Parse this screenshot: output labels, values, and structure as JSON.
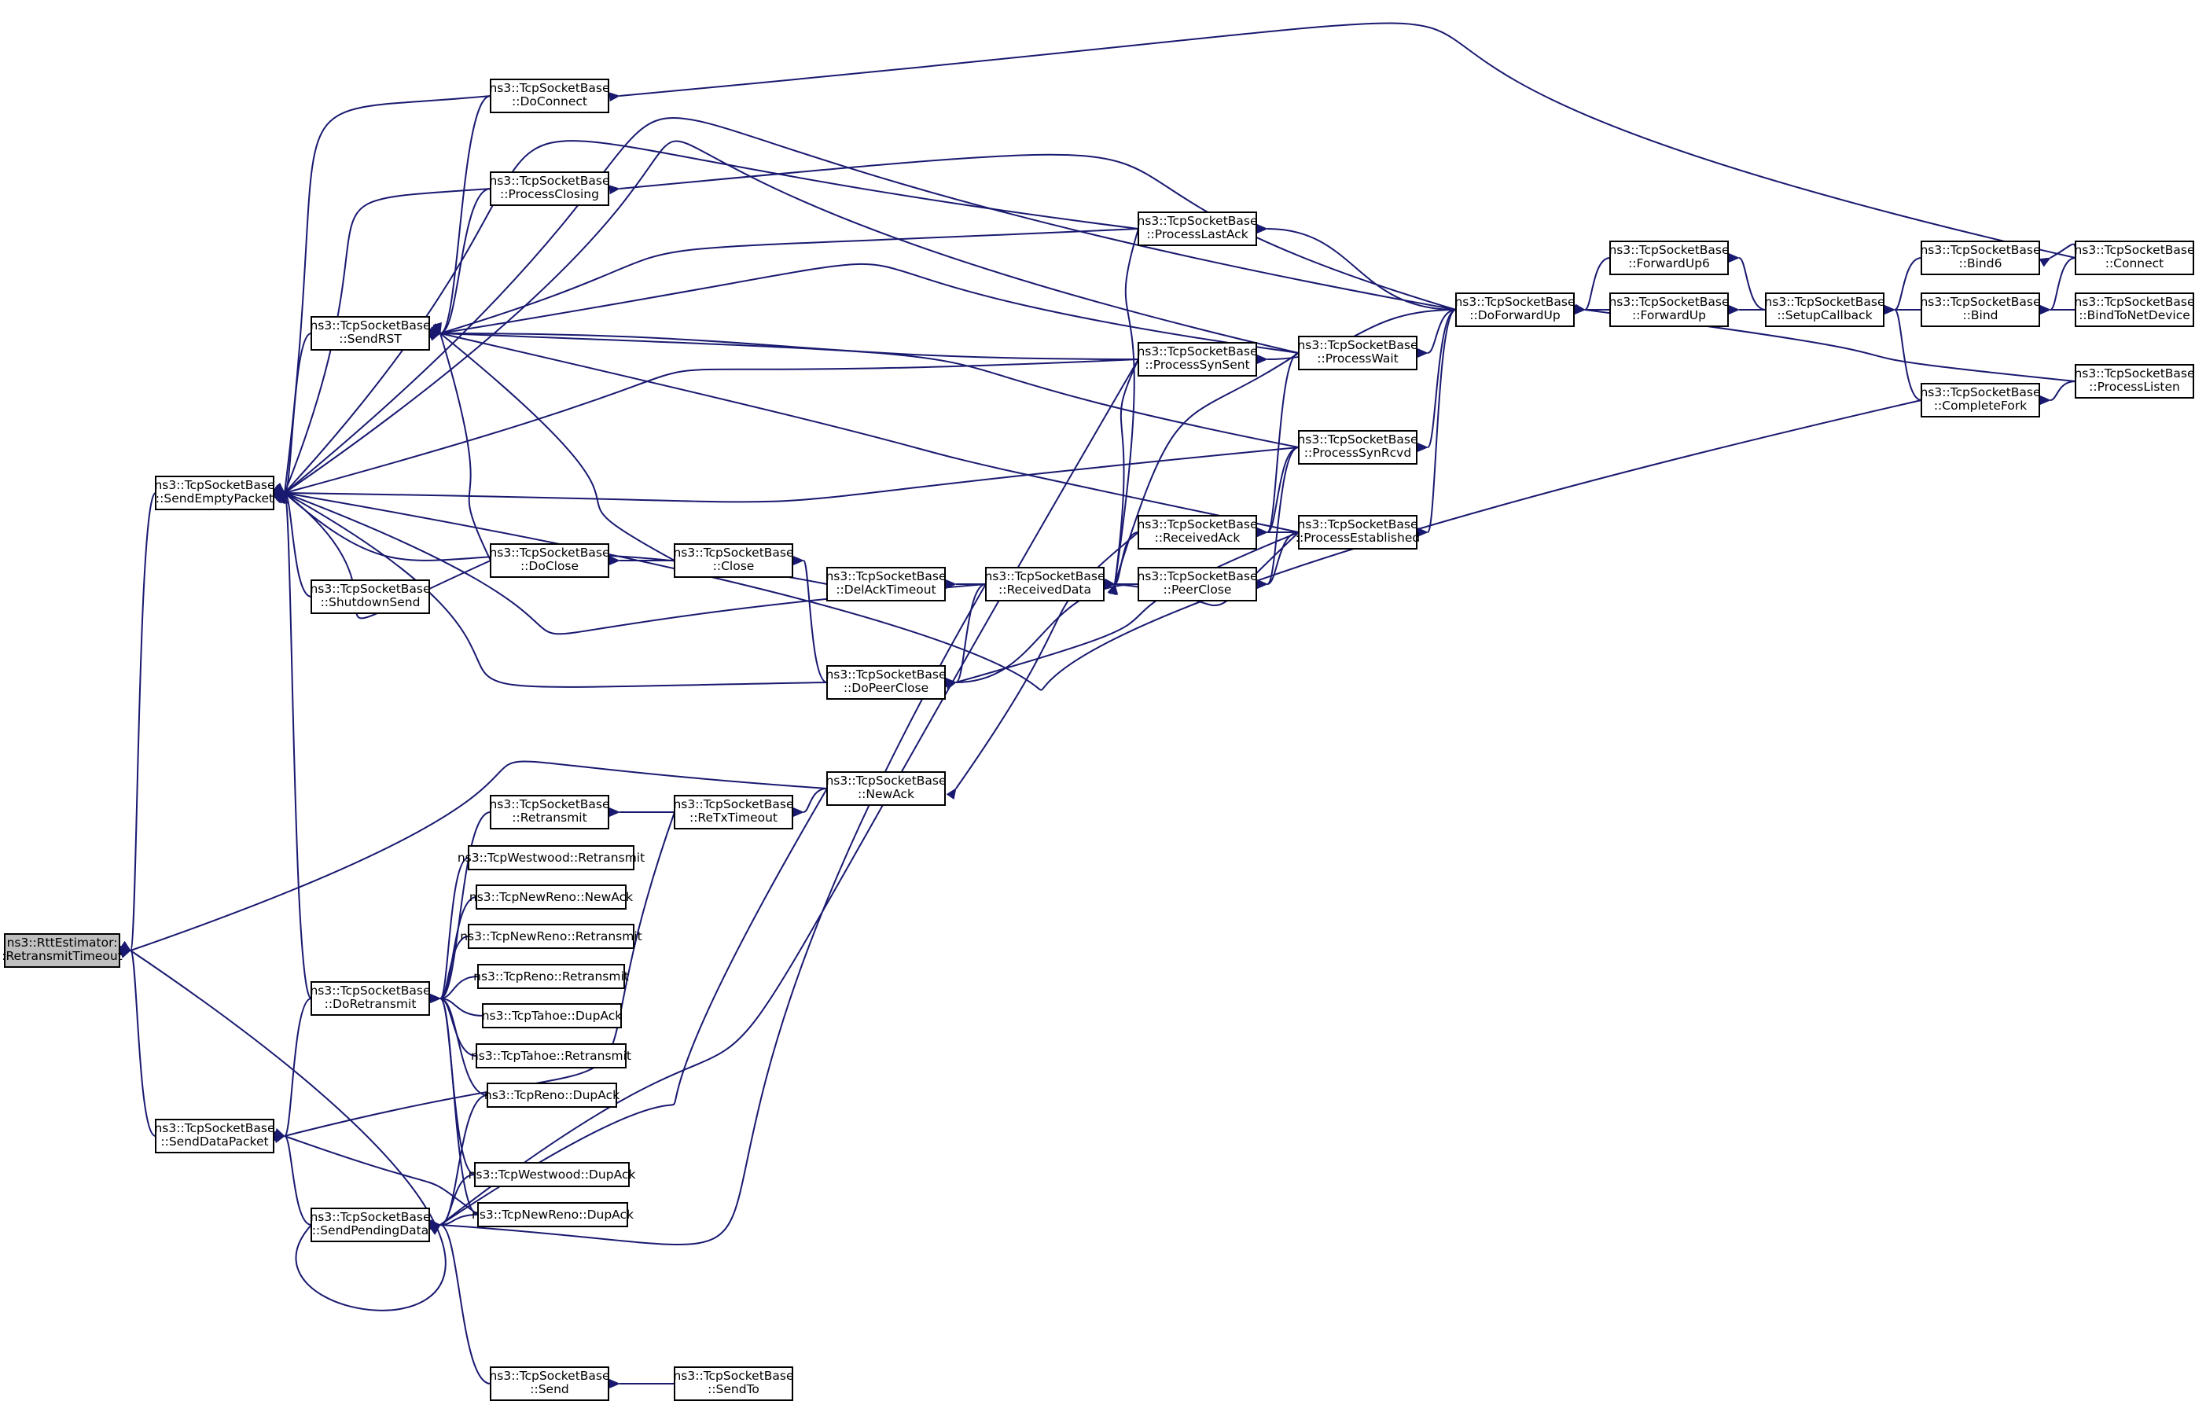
{
  "colors": {
    "edge": "#191970",
    "node_border": "#000000",
    "node_fill": "#ffffff",
    "root_fill": "#bfbfbf",
    "background": "#ffffff"
  },
  "nodes": {
    "root": [
      "ns3::RttEstimator:",
      ":RetransmitTimeout"
    ],
    "send_empty_packet": [
      "ns3::TcpSocketBase",
      "::SendEmptyPacket"
    ],
    "send_data_packet": [
      "ns3::TcpSocketBase",
      "::SendDataPacket"
    ],
    "send_pending_data": [
      "ns3::TcpSocketBase",
      "::SendPendingData"
    ],
    "send_rst": [
      "ns3::TcpSocketBase",
      "::SendRST"
    ],
    "do_retransmit": [
      "ns3::TcpSocketBase",
      "::DoRetransmit"
    ],
    "shutdown_send": [
      "ns3::TcpSocketBase",
      "::ShutdownSend"
    ],
    "do_connect": [
      "ns3::TcpSocketBase",
      "::DoConnect"
    ],
    "process_closing": [
      "ns3::TcpSocketBase",
      "::ProcessClosing"
    ],
    "do_close": [
      "ns3::TcpSocketBase",
      "::DoClose"
    ],
    "retransmit": [
      "ns3::TcpSocketBase",
      "::Retransmit"
    ],
    "westwood_retransmit": [
      "ns3::TcpWestwood::Retransmit"
    ],
    "newreno_newack": [
      "ns3::TcpNewReno::NewAck"
    ],
    "newreno_retransmit": [
      "ns3::TcpNewReno::Retransmit"
    ],
    "reno_retransmit": [
      "ns3::TcpReno::Retransmit"
    ],
    "tahoe_dupack": [
      "ns3::TcpTahoe::DupAck"
    ],
    "tahoe_retransmit": [
      "ns3::TcpTahoe::Retransmit"
    ],
    "reno_dupack": [
      "ns3::TcpReno::DupAck"
    ],
    "westwood_dupack": [
      "ns3::TcpWestwood::DupAck"
    ],
    "newreno_dupack": [
      "ns3::TcpNewReno::DupAck"
    ],
    "send": [
      "ns3::TcpSocketBase",
      "::Send"
    ],
    "close": [
      "ns3::TcpSocketBase",
      "::Close"
    ],
    "retx_timeout": [
      "ns3::TcpSocketBase",
      "::ReTxTimeout"
    ],
    "send_to": [
      "ns3::TcpSocketBase",
      "::SendTo"
    ],
    "del_ack_timeout": [
      "ns3::TcpSocketBase",
      "::DelAckTimeout"
    ],
    "do_peer_close": [
      "ns3::TcpSocketBase",
      "::DoPeerClose"
    ],
    "new_ack": [
      "ns3::TcpSocketBase",
      "::NewAck"
    ],
    "received_data": [
      "ns3::TcpSocketBase",
      "::ReceivedData"
    ],
    "process_last_ack": [
      "ns3::TcpSocketBase",
      "::ProcessLastAck"
    ],
    "process_syn_sent": [
      "ns3::TcpSocketBase",
      "::ProcessSynSent"
    ],
    "received_ack": [
      "ns3::TcpSocketBase",
      "::ReceivedAck"
    ],
    "peer_close": [
      "ns3::TcpSocketBase",
      "::PeerClose"
    ],
    "process_wait": [
      "ns3::TcpSocketBase",
      "::ProcessWait"
    ],
    "process_syn_rcvd": [
      "ns3::TcpSocketBase",
      "::ProcessSynRcvd"
    ],
    "process_established": [
      "ns3::TcpSocketBase",
      "::ProcessEstablished"
    ],
    "do_forward_up": [
      "ns3::TcpSocketBase",
      "::DoForwardUp"
    ],
    "forward_up6": [
      "ns3::TcpSocketBase",
      "::ForwardUp6"
    ],
    "forward_up": [
      "ns3::TcpSocketBase",
      "::ForwardUp"
    ],
    "setup_callback": [
      "ns3::TcpSocketBase",
      "::SetupCallback"
    ],
    "bind6": [
      "ns3::TcpSocketBase",
      "::Bind6"
    ],
    "bind": [
      "ns3::TcpSocketBase",
      "::Bind"
    ],
    "complete_fork": [
      "ns3::TcpSocketBase",
      "::CompleteFork"
    ],
    "connect": [
      "ns3::TcpSocketBase",
      "::Connect"
    ],
    "bind_to_net_device": [
      "ns3::TcpSocketBase",
      "::BindToNetDevice"
    ],
    "process_listen": [
      "ns3::TcpSocketBase",
      "::ProcessListen"
    ]
  },
  "edges": [
    [
      "send_empty_packet",
      "root"
    ],
    [
      "send_data_packet",
      "root"
    ],
    [
      "send_pending_data",
      "root"
    ],
    [
      "new_ack",
      "root"
    ],
    [
      "send_rst",
      "send_empty_packet"
    ],
    [
      "do_retransmit",
      "send_empty_packet"
    ],
    [
      "shutdown_send",
      "send_empty_packet"
    ],
    [
      "do_connect",
      "send_empty_packet"
    ],
    [
      "process_closing",
      "send_empty_packet"
    ],
    [
      "do_close",
      "send_empty_packet"
    ],
    [
      "del_ack_timeout",
      "send_empty_packet"
    ],
    [
      "do_peer_close",
      "send_empty_packet"
    ],
    [
      "received_data",
      "send_empty_packet"
    ],
    [
      "process_last_ack",
      "send_empty_packet"
    ],
    [
      "process_syn_sent",
      "send_empty_packet"
    ],
    [
      "process_wait",
      "send_empty_packet"
    ],
    [
      "process_syn_rcvd",
      "send_empty_packet"
    ],
    [
      "do_forward_up",
      "send_empty_packet"
    ],
    [
      "complete_fork",
      "send_empty_packet"
    ],
    [
      "do_retransmit",
      "send_data_packet"
    ],
    [
      "send_pending_data",
      "send_data_packet"
    ],
    [
      "retx_timeout",
      "send_data_packet"
    ],
    [
      "newreno_dupack",
      "send_data_packet"
    ],
    [
      "do_connect",
      "send_rst"
    ],
    [
      "process_closing",
      "send_rst"
    ],
    [
      "do_close",
      "send_rst"
    ],
    [
      "close",
      "send_rst"
    ],
    [
      "process_last_ack",
      "send_rst"
    ],
    [
      "process_syn_sent",
      "send_rst"
    ],
    [
      "process_wait",
      "send_rst"
    ],
    [
      "process_syn_rcvd",
      "send_rst"
    ],
    [
      "process_established",
      "send_rst"
    ],
    [
      "retransmit",
      "do_retransmit"
    ],
    [
      "westwood_retransmit",
      "do_retransmit"
    ],
    [
      "newreno_newack",
      "do_retransmit"
    ],
    [
      "newreno_retransmit",
      "do_retransmit"
    ],
    [
      "reno_retransmit",
      "do_retransmit"
    ],
    [
      "tahoe_dupack",
      "do_retransmit"
    ],
    [
      "tahoe_retransmit",
      "do_retransmit"
    ],
    [
      "reno_dupack",
      "do_retransmit"
    ],
    [
      "westwood_dupack",
      "do_retransmit"
    ],
    [
      "newreno_dupack",
      "do_retransmit"
    ],
    [
      "reno_dupack",
      "send_pending_data"
    ],
    [
      "westwood_dupack",
      "send_pending_data"
    ],
    [
      "newreno_dupack",
      "send_pending_data"
    ],
    [
      "send",
      "send_pending_data"
    ],
    [
      "new_ack",
      "send_pending_data"
    ],
    [
      "received_data",
      "send_pending_data"
    ],
    [
      "process_syn_sent",
      "send_pending_data"
    ],
    [
      "close",
      "do_close"
    ],
    [
      "retx_timeout",
      "retransmit"
    ],
    [
      "send_to",
      "send"
    ],
    [
      "do_peer_close",
      "close"
    ],
    [
      "new_ack",
      "retx_timeout"
    ],
    [
      "received_data",
      "del_ack_timeout"
    ],
    [
      "received_data",
      "do_peer_close"
    ],
    [
      "peer_close",
      "do_peer_close"
    ],
    [
      "process_established",
      "do_peer_close"
    ],
    [
      "received_ack",
      "new_ack"
    ],
    [
      "received_ack",
      "received_data"
    ],
    [
      "peer_close",
      "received_data"
    ],
    [
      "process_established",
      "received_data"
    ],
    [
      "process_last_ack",
      "received_data"
    ],
    [
      "process_syn_sent",
      "received_data"
    ],
    [
      "process_wait",
      "received_data"
    ],
    [
      "process_established",
      "received_ack"
    ],
    [
      "process_syn_rcvd",
      "received_ack"
    ],
    [
      "process_wait",
      "received_ack"
    ],
    [
      "process_syn_rcvd",
      "peer_close"
    ],
    [
      "process_established",
      "peer_close"
    ],
    [
      "do_forward_up",
      "process_last_ack"
    ],
    [
      "do_forward_up",
      "process_syn_sent"
    ],
    [
      "do_forward_up",
      "process_wait"
    ],
    [
      "do_forward_up",
      "process_syn_rcvd"
    ],
    [
      "do_forward_up",
      "process_established"
    ],
    [
      "do_forward_up",
      "process_closing"
    ],
    [
      "connect",
      "do_connect"
    ],
    [
      "forward_up6",
      "do_forward_up"
    ],
    [
      "forward_up",
      "do_forward_up"
    ],
    [
      "setup_callback",
      "forward_up6"
    ],
    [
      "setup_callback",
      "forward_up"
    ],
    [
      "bind6",
      "setup_callback"
    ],
    [
      "bind",
      "setup_callback"
    ],
    [
      "complete_fork",
      "setup_callback"
    ],
    [
      "connect",
      "bind6"
    ],
    [
      "connect",
      "bind"
    ],
    [
      "bind_to_net_device",
      "bind"
    ],
    [
      "process_listen",
      "complete_fork"
    ],
    [
      "process_listen",
      "do_forward_up"
    ]
  ]
}
